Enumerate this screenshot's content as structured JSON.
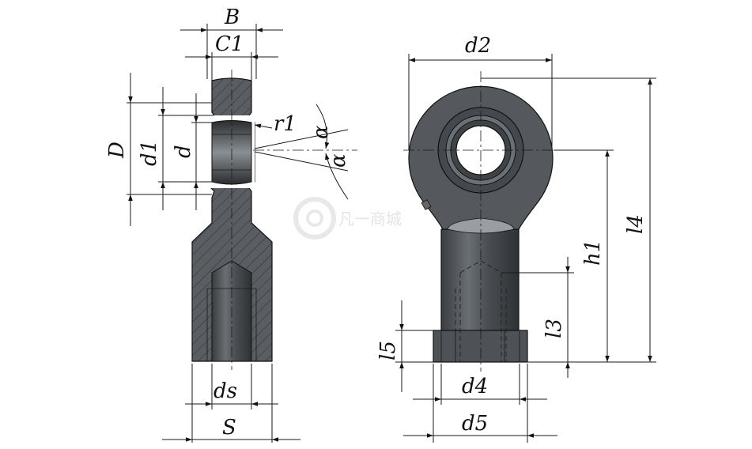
{
  "labels": {
    "B": "B",
    "C1": "C1",
    "D": "D",
    "d1": "d1",
    "d": "d",
    "r1": "r1",
    "alpha1": "α",
    "alpha2": "α",
    "ds": "ds",
    "S": "S",
    "d2": "d2",
    "l4": "l4",
    "h1": "h1",
    "l3": "l3",
    "l5": "l5",
    "d4": "d4",
    "d5": "d5"
  },
  "watermark": {
    "text": "凡一商城"
  },
  "colors": {
    "part": "#555a5e",
    "bore_bg": "#ffffff",
    "line": "#1a1a1a",
    "head_light": "#bfbfbf"
  }
}
